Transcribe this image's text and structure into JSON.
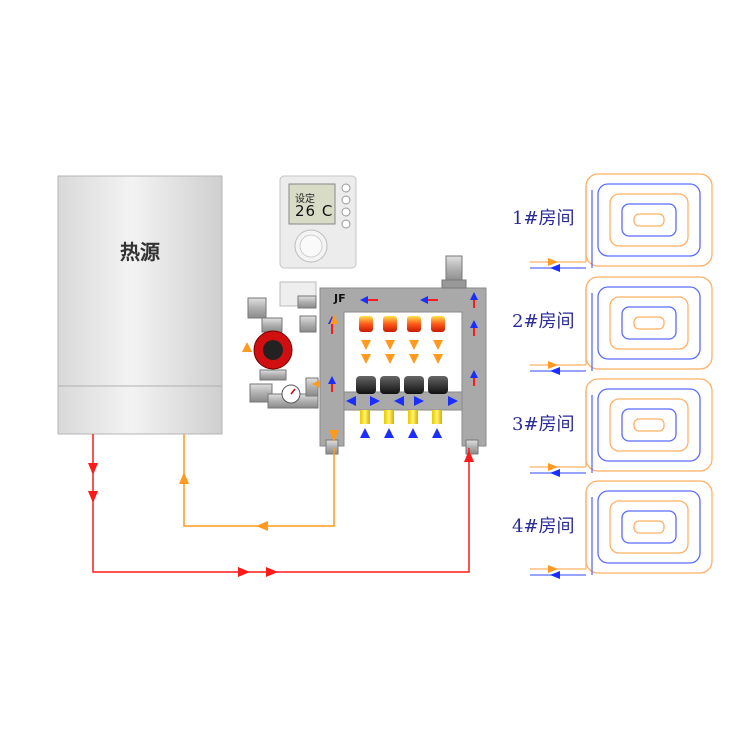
{
  "heat_source": {
    "label": "热源"
  },
  "thermostat": {
    "set_label": "设定",
    "temperature": "26 C"
  },
  "manifold": {
    "label": "JF"
  },
  "rooms": [
    {
      "label": "1#房间"
    },
    {
      "label": "2#房间"
    },
    {
      "label": "3#房间"
    },
    {
      "label": "4#房间"
    }
  ],
  "colors": {
    "supply": "#ff1a1a",
    "return": "#ff9a1f",
    "cold": "#1a2fff",
    "loop_warm": "#ffb066",
    "loop_cold": "#5a6bff"
  }
}
